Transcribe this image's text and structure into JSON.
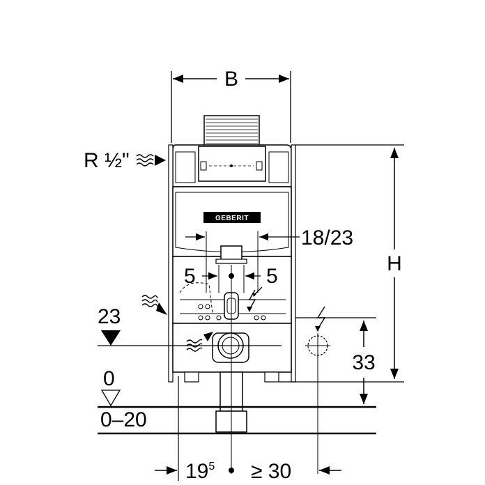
{
  "labels": {
    "width": "B",
    "height": "H",
    "water_connection": "R ½\"",
    "flush_outlet_distance": "18/23",
    "left_offset": "5",
    "right_offset": "5",
    "floor_level_top": "23",
    "floor_zero": "0",
    "floor_range": "0–20",
    "socket_height": "33",
    "bottom_left_base": "19",
    "bottom_left_sup": "5",
    "bottom_right": "≥ 30"
  },
  "brand": "GEBERIT",
  "icons": {
    "water_supply": "water-waves-icon",
    "electrical": "lightning-icon",
    "floor_marker": "triangle-down-icon",
    "socket": "socket-icon"
  },
  "colors": {
    "line": "#000000",
    "background": "#ffffff",
    "panel_fill": "#e8e8e8",
    "logo_fill": "#000000"
  }
}
